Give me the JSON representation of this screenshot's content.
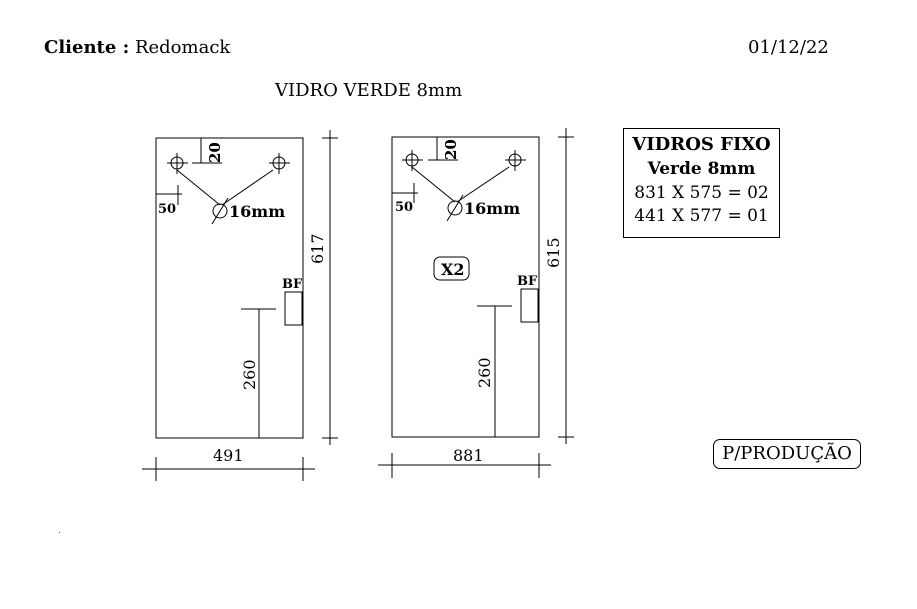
{
  "header": {
    "client_label": "Cliente :",
    "client_name": "Redomack",
    "date": "01/12/22",
    "title": "VIDRO VERDE 8mm"
  },
  "panel_left": {
    "width_dim": "491",
    "height_dim": "617",
    "top_offset": "20",
    "side_offset": "50",
    "hole_diameter": "16mm",
    "bf_label": "BF",
    "bf_height": "260"
  },
  "panel_right": {
    "width_dim": "881",
    "height_dim": "615",
    "top_offset": "20",
    "side_offset": "50",
    "hole_diameter": "16mm",
    "bf_label": "BF",
    "bf_height": "260",
    "quantity": "X2"
  },
  "notes": {
    "title": "VIDROS FIXO",
    "subtitle": "Verde 8mm",
    "lines": [
      "831 X 575 = 02",
      "441 X 577 = 01"
    ]
  },
  "stamp": "P/PRODUÇÃO"
}
